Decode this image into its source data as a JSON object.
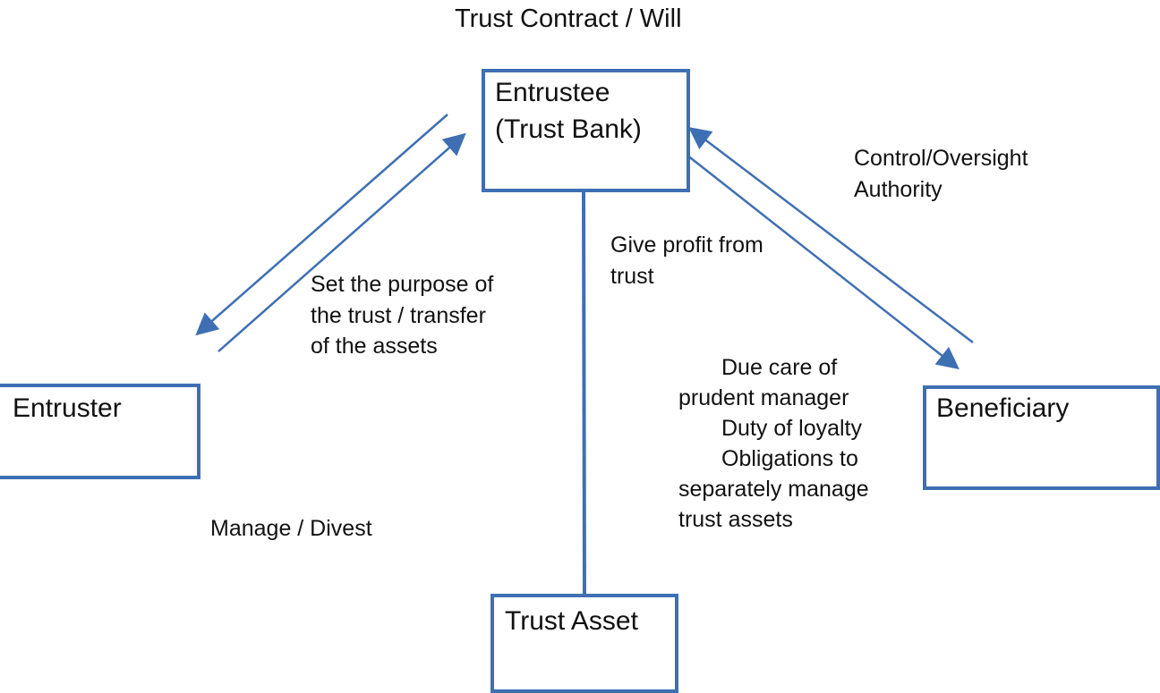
{
  "title": "Trust Contract / Will",
  "nodes": {
    "entrustee": {
      "line1": "Entrustee",
      "line2": "(Trust Bank)"
    },
    "entruster": {
      "label": "Entruster"
    },
    "beneficiary": {
      "label": "Beneficiary"
    },
    "trust_asset": {
      "label": "Trust Asset"
    }
  },
  "edges": {
    "set_purpose": {
      "line1": "Set the purpose of",
      "line2": "the trust / transfer",
      "line3": "of the assets"
    },
    "give_profit": {
      "line1": "Give profit from",
      "line2": "trust"
    },
    "control": {
      "line1": "Control/Oversight",
      "line2": "Authority"
    },
    "duties": {
      "line1": "Due care of",
      "line2": "prudent manager",
      "line3": "Duty of loyalty",
      "line4": "Obligations to",
      "line5": "separately manage",
      "line6": "trust assets"
    },
    "manage": {
      "label": "Manage / Divest"
    }
  },
  "colors": {
    "stroke": "#3f6fb3",
    "text": "#111111"
  }
}
